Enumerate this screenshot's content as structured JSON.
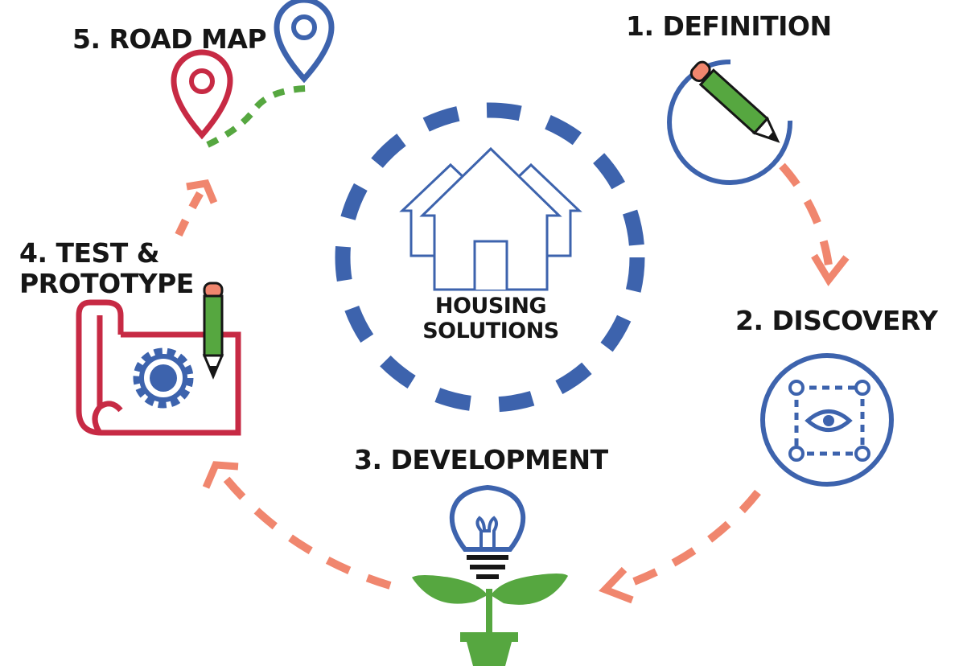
{
  "center": {
    "title_line1": "HOUSING",
    "title_line2": "SOLUTIONS",
    "icon": "houses-icon"
  },
  "steps": [
    {
      "label": "1. DEFINITION",
      "icon": "pencil-icon"
    },
    {
      "label": "2. DISCOVERY",
      "icon": "eye-selection-icon"
    },
    {
      "label": "3. DEVELOPMENT",
      "icon": "lightbulb-plant-icon"
    },
    {
      "label_line1": "4. TEST &",
      "label_line2": "PROTOTYPE",
      "icon": "blueprint-gear-icon"
    },
    {
      "label": "5. ROAD MAP",
      "icon": "map-pins-icon"
    }
  ],
  "colors": {
    "blue": "#3d63ad",
    "green": "#56a740",
    "red": "#c72a44",
    "salmon": "#f0866e",
    "text": "#161616"
  }
}
